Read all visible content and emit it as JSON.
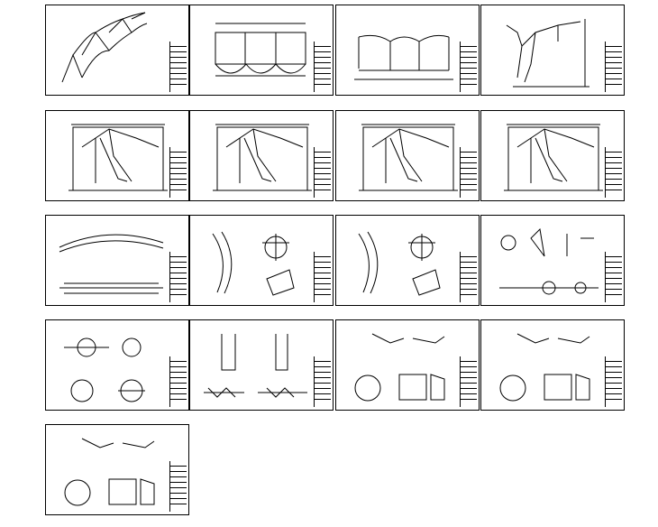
{
  "title": "",
  "sheets": [
    {
      "id": "s01",
      "kind": "iso"
    },
    {
      "id": "s02",
      "kind": "plan"
    },
    {
      "id": "s03",
      "kind": "elev"
    },
    {
      "id": "s04",
      "kind": "side"
    },
    {
      "id": "s05",
      "kind": "frame"
    },
    {
      "id": "s06",
      "kind": "frame"
    },
    {
      "id": "s07",
      "kind": "frame"
    },
    {
      "id": "s08",
      "kind": "frame"
    },
    {
      "id": "s09",
      "kind": "arch"
    },
    {
      "id": "s10",
      "kind": "detail"
    },
    {
      "id": "s11",
      "kind": "detail"
    },
    {
      "id": "s12",
      "kind": "joints"
    },
    {
      "id": "s13",
      "kind": "circles"
    },
    {
      "id": "s14",
      "kind": "sections"
    },
    {
      "id": "s15",
      "kind": "plates"
    },
    {
      "id": "s16",
      "kind": "plates"
    },
    {
      "id": "s17",
      "kind": "plates"
    }
  ]
}
